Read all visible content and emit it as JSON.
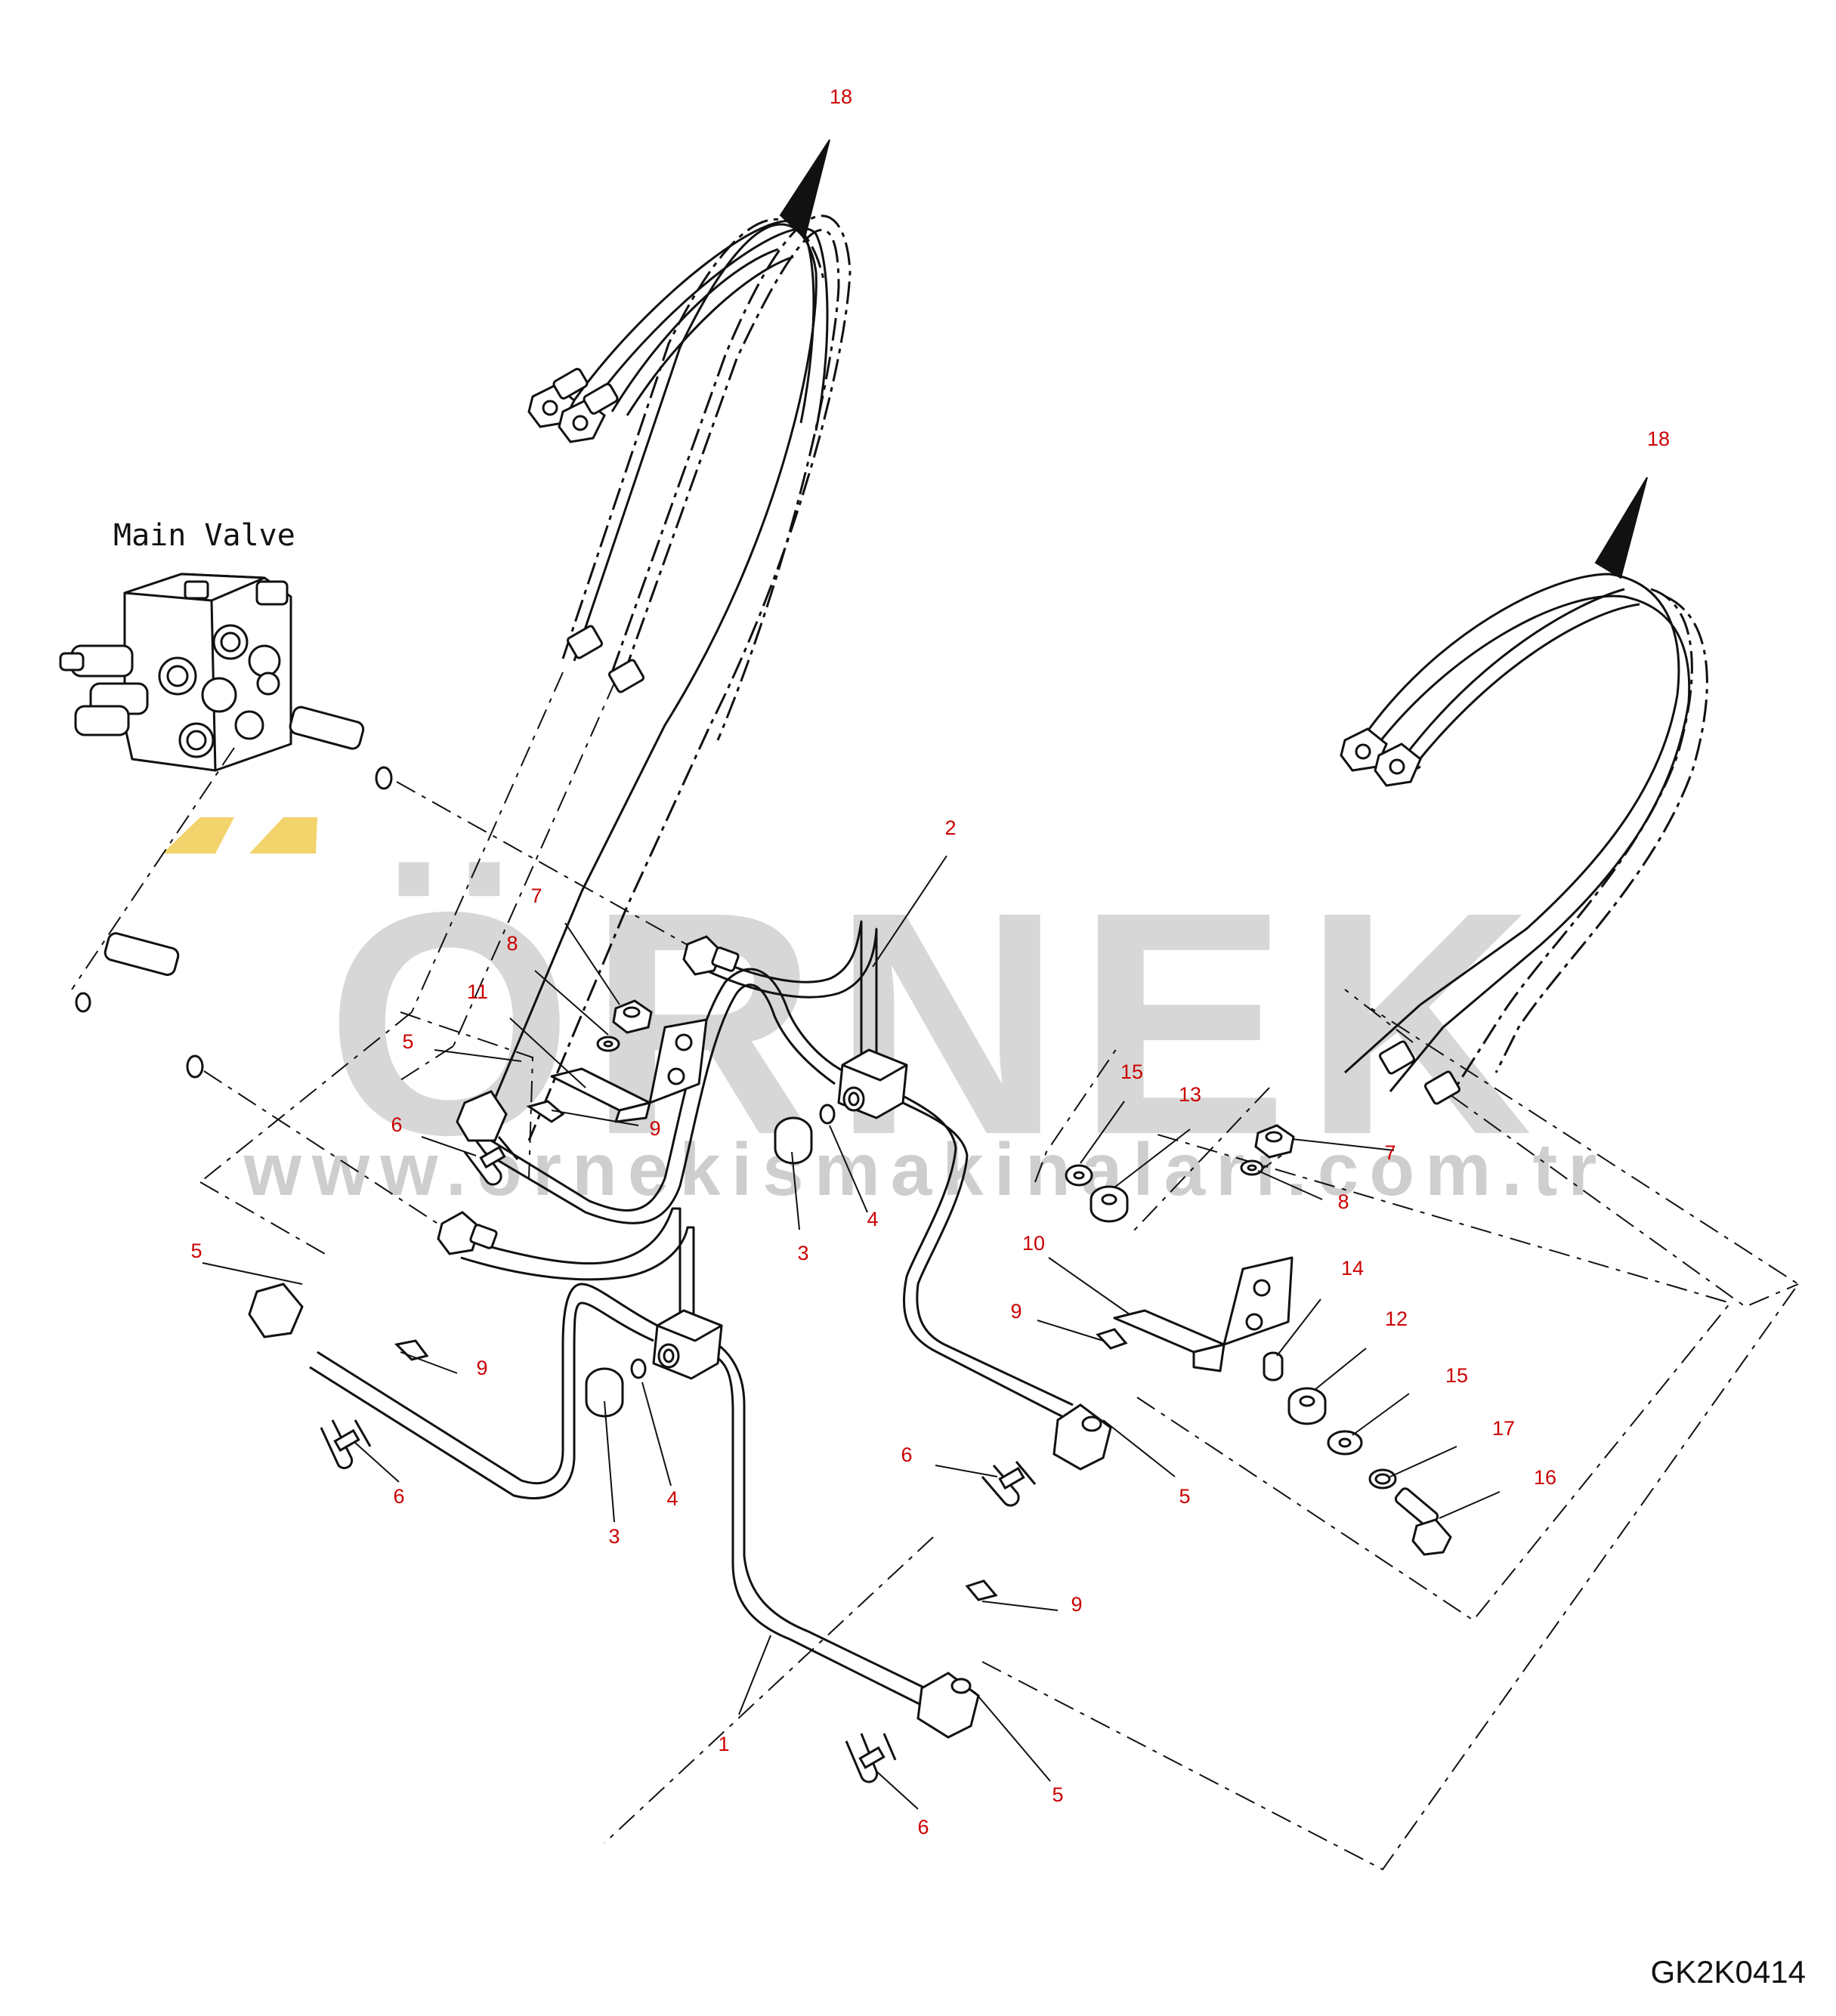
{
  "figure_code": "GK2K0414",
  "main_valve_label": "Main Valve",
  "watermark": {
    "brand": "ÖRNEK",
    "url": "www.ornekismakinalari.com.tr"
  },
  "colors": {
    "callout": "#cc0000",
    "line": "#111111",
    "watermark": "#c9c9c9",
    "watermark_accent": "#f3d36b"
  },
  "callouts": [
    {
      "id": "c18a",
      "text": "18"
    },
    {
      "id": "c18b",
      "text": "18"
    },
    {
      "id": "c2",
      "text": "2"
    },
    {
      "id": "c7a",
      "text": "7"
    },
    {
      "id": "c8a",
      "text": "8"
    },
    {
      "id": "c11",
      "text": "11"
    },
    {
      "id": "c5a",
      "text": "5"
    },
    {
      "id": "c9a",
      "text": "9"
    },
    {
      "id": "c6a",
      "text": "6"
    },
    {
      "id": "c3a",
      "text": "3"
    },
    {
      "id": "c4a",
      "text": "4"
    },
    {
      "id": "c15a",
      "text": "15"
    },
    {
      "id": "c13",
      "text": "13"
    },
    {
      "id": "c7b",
      "text": "7"
    },
    {
      "id": "c8b",
      "text": "8"
    },
    {
      "id": "c10",
      "text": "10"
    },
    {
      "id": "c14",
      "text": "14"
    },
    {
      "id": "c9b",
      "text": "9"
    },
    {
      "id": "c12",
      "text": "12"
    },
    {
      "id": "c15b",
      "text": "15"
    },
    {
      "id": "c17",
      "text": "17"
    },
    {
      "id": "c16",
      "text": "16"
    },
    {
      "id": "c5b",
      "text": "5"
    },
    {
      "id": "c6b",
      "text": "6"
    },
    {
      "id": "c5c",
      "text": "5"
    },
    {
      "id": "c9c",
      "text": "9"
    },
    {
      "id": "c6c",
      "text": "6"
    },
    {
      "id": "c3b",
      "text": "3"
    },
    {
      "id": "c4b",
      "text": "4"
    },
    {
      "id": "c9d",
      "text": "9"
    },
    {
      "id": "c1",
      "text": "1"
    },
    {
      "id": "c5d",
      "text": "5"
    },
    {
      "id": "c6d",
      "text": "6"
    }
  ]
}
